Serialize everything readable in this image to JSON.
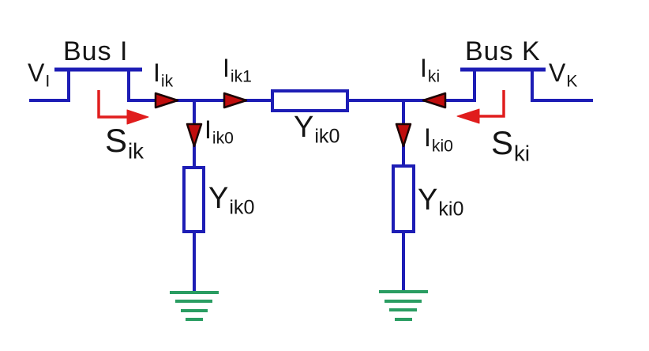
{
  "colors": {
    "background": "#ffffff",
    "wire": "#1d1db5",
    "component_fill": "#ffffff",
    "current_arrow": "#c00d0d",
    "current_arrow_outline": "#1c0404",
    "power_arrow": "#e01d1d",
    "ground": "#2a9d62",
    "text": "#141414"
  },
  "labels": {
    "bus_i": "Bus I",
    "bus_k": "Bus K",
    "v_i": {
      "base": "V",
      "sub": "I"
    },
    "v_k": {
      "base": "V",
      "sub": "K"
    },
    "i_ik": {
      "base": "I",
      "sub": "ik"
    },
    "i_ik1": {
      "base": "I",
      "sub": "ik1"
    },
    "i_ki": {
      "base": "I",
      "sub": "ki"
    },
    "i_ik0": {
      "base": "I",
      "sub": "ik0"
    },
    "i_ki0": {
      "base": "I",
      "sub": "ki0"
    },
    "y_series": {
      "base": "Y",
      "sub": "ik0"
    },
    "y_shunt_left": {
      "base": "Y",
      "sub": "ik0"
    },
    "y_shunt_right": {
      "base": "Y",
      "sub": "ki0"
    },
    "s_ik": {
      "base": "S",
      "sub": "ik"
    },
    "s_ki": {
      "base": "S",
      "sub": "ki"
    }
  },
  "icons": {
    "current_arrows": [
      "current-arrow-ik-icon",
      "current-arrow-ik1-icon",
      "current-arrow-ki-icon",
      "current-arrow-ik0-icon",
      "current-arrow-ki0-icon"
    ],
    "power_arrows": [
      "power-flow-arrow-sik-icon",
      "power-flow-arrow-ski-icon"
    ],
    "grounds": [
      "ground-left-icon",
      "ground-right-icon"
    ]
  }
}
